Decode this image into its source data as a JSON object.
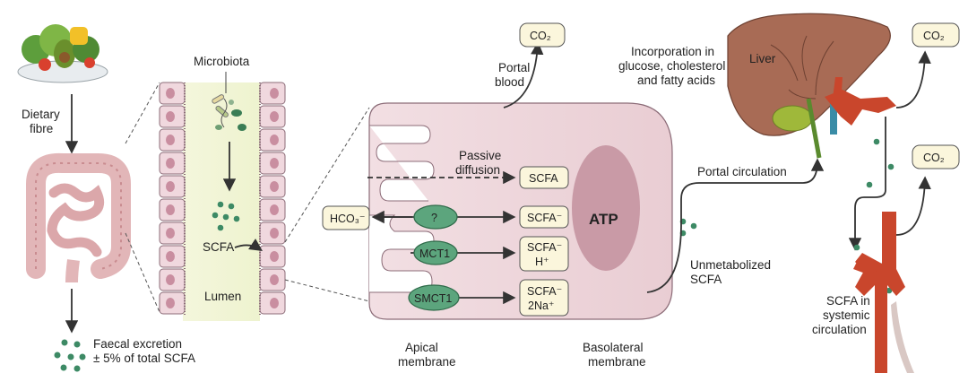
{
  "labels": {
    "dietary_fibre": [
      "Dietary",
      "fibre"
    ],
    "faecal_excretion": [
      "Faecal excretion",
      "± 5% of total SCFA"
    ],
    "microbiota": "Microbiota",
    "scfa_lumen": "SCFA",
    "lumen": "Lumen",
    "passive_diffusion": [
      "Passive",
      "diffusion"
    ],
    "portal_blood": [
      "Portal",
      "blood"
    ],
    "co2_top": "CO₂",
    "co2_right_top": "CO₂",
    "co2_right_mid": "CO₂",
    "atp": "ATP",
    "hco3": "HCO₃⁻",
    "unknown_transporter": "?",
    "mct1": "MCT1",
    "smct1": "SMCT1",
    "scfa_box1": "SCFA",
    "scfa_box2": "SCFA⁻",
    "scfa_box3": [
      "SCFA⁻",
      "H⁺"
    ],
    "scfa_box4": [
      "SCFA⁻",
      "2Na⁺"
    ],
    "apical_membrane": [
      "Apical",
      "membrane"
    ],
    "basolateral_membrane": [
      "Basolateral",
      "membrane"
    ],
    "unmetabolized_scfa": [
      "Unmetabolized",
      "SCFA"
    ],
    "portal_circulation": "Portal circulation",
    "incorporation": [
      "Incorporation in",
      "glucose, cholesterol",
      "and fatty acids"
    ],
    "liver": "Liver",
    "scfa_systemic": [
      "SCFA in",
      "systemic",
      "circulation"
    ]
  },
  "colors": {
    "cell_fill": "#f0d8de",
    "transporter": "#5ca57d",
    "dot": "#3d8a65",
    "box_fill": "#fbf6dc",
    "liver": "#a86b55",
    "vessel": "#c9462c",
    "atp_ellipse": "#c99aa6"
  }
}
